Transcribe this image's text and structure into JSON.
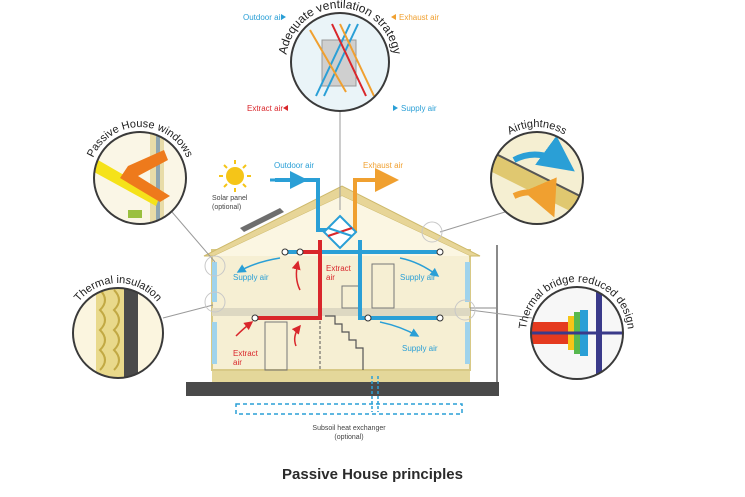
{
  "caption": "Passive House principles",
  "callouts": {
    "ventilation": "Adequate ventilation strategy",
    "windows": "Passive House windows",
    "airtightness": "Airtightness",
    "insulation": "Thermal insulation",
    "thermal_bridge": "Thermal bridge reduced design"
  },
  "ventilation_legend": {
    "outdoor_air": "Outdoor air",
    "exhaust_air": "Exhaust air",
    "extract_air": "Extract air",
    "supply_air": "Supply air"
  },
  "house_labels": {
    "outdoor_air": "Outdoor air",
    "exhaust_air": "Exhaust air",
    "solar_panel_line1": "Solar panel",
    "solar_panel_line2": "(optional)",
    "supply_left_upper": "Supply air",
    "extract_upper_line1": "Extract",
    "extract_upper_line2": "air",
    "supply_right_upper": "Supply air",
    "extract_lower_line1": "Extract",
    "extract_lower_line2": "air",
    "supply_right_lower": "Supply air",
    "subsoil_line1": "Subsoil heat exchanger",
    "subsoil_line2": "(optional)"
  },
  "colors": {
    "outdoor_air": "#2a9fd6",
    "exhaust_air": "#f0a030",
    "extract_air": "#d9262b",
    "supply_air": "#2a9fd6",
    "wall": "#f2e8c4",
    "roof": "#e7d597",
    "ground": "#4a4a4a"
  }
}
